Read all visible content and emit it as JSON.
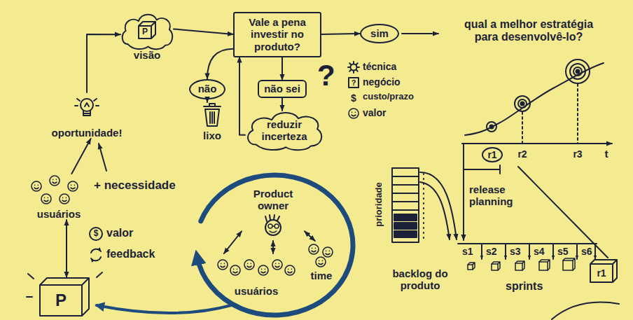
{
  "diagram": {
    "nodes": [
      {
        "text": [
          "visão"
        ]
      },
      {
        "text": [
          "P"
        ],
        "in": 0
      },
      {
        "text": [
          "Vale a pena investir no produto?"
        ]
      },
      {
        "text": [
          "sim"
        ]
      },
      {
        "text": [
          "não"
        ]
      },
      {
        "text": [
          "não sei"
        ]
      },
      {
        "text": [
          "reduzir incerteza"
        ]
      },
      {
        "text": [
          "lixo"
        ]
      },
      {
        "text": [
          "oportunidade!"
        ]
      },
      {
        "text": [
          "usuários"
        ]
      },
      {
        "text": [
          "P"
        ]
      },
      {
        "text": [
          "Product owner"
        ]
      },
      {
        "text": [
          "usuários"
        ]
      },
      {
        "text": [
          "time"
        ]
      },
      {
        "text": [
          "r1"
        ]
      },
      {
        "text": [
          "backlog do produto"
        ]
      },
      {
        "text": [
          "r1"
        ]
      }
    ],
    "edges": [
      {
        "from": 0,
        "to": 2,
        "arrow": "to"
      },
      {
        "from": 2,
        "to": 3,
        "arrow": "to"
      },
      {
        "from": 2,
        "to": 4,
        "arrow": "to"
      },
      {
        "from": 2,
        "to": 5,
        "arrow": "to"
      },
      {
        "from": 4,
        "to": 7,
        "arrow": "to"
      },
      {
        "from": 5,
        "to": 6,
        "arrow": "to"
      },
      {
        "from": 6,
        "to": 2,
        "arrow": "to"
      },
      {
        "from": 9,
        "to": 8,
        "arrow": "to"
      },
      {
        "from": 8,
        "to": 0,
        "arrow": "to"
      },
      {
        "from": 9,
        "to": 10,
        "arrow": "both"
      },
      {
        "from": 11,
        "to": 12,
        "arrow": "both"
      },
      {
        "from": 11,
        "to": 13,
        "arrow": "both"
      },
      {
        "from": 11,
        "to": 12,
        "arrow": "both"
      }
    ],
    "labels": [
      "qual a melhor estratégia para desenvolvê-lo?",
      "?",
      "técnica",
      "?",
      "negócio",
      "$",
      "custo/prazo",
      "valor",
      "+ necessidade",
      "$",
      "valor",
      "feedback",
      "r2",
      "r3",
      "t",
      "release planning",
      "prioridade",
      "s1",
      "s2",
      "s3",
      "s4",
      "s5",
      "s6",
      "sprints"
    ]
  }
}
